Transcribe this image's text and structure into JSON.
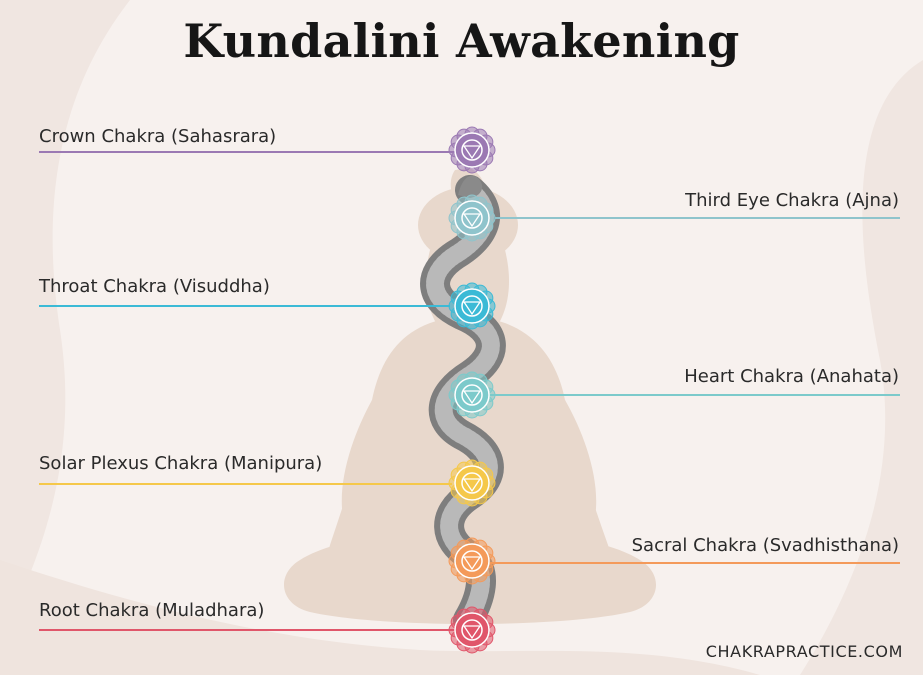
{
  "title": "Kundalini Awakening",
  "footer": "CHAKRAPRACTICE.COM",
  "chakras": [
    {
      "label": "Crown Chakra (Sahasrara)",
      "side": "left",
      "color": "#9b79b3"
    },
    {
      "label": "Third Eye Chakra (Ajna)",
      "side": "right",
      "color": "#8fc4cc"
    },
    {
      "label": "Throat Chakra (Visuddha)",
      "side": "left",
      "color": "#3bbad6"
    },
    {
      "label": "Heart Chakra (Anahata)",
      "side": "right",
      "color": "#7ccacb"
    },
    {
      "label": "Solar Plexus Chakra (Manipura)",
      "side": "left",
      "color": "#f5c84a"
    },
    {
      "label": "Sacral Chakra (Svadhisthana)",
      "side": "right",
      "color": "#f49a5a"
    },
    {
      "label": "Root Chakra (Muladhara)",
      "side": "left",
      "color": "#e0566a"
    }
  ],
  "colors": {
    "background": "#f7f1ee",
    "silhouette": "#e8d8cc",
    "snake": "#9c9c9c"
  }
}
